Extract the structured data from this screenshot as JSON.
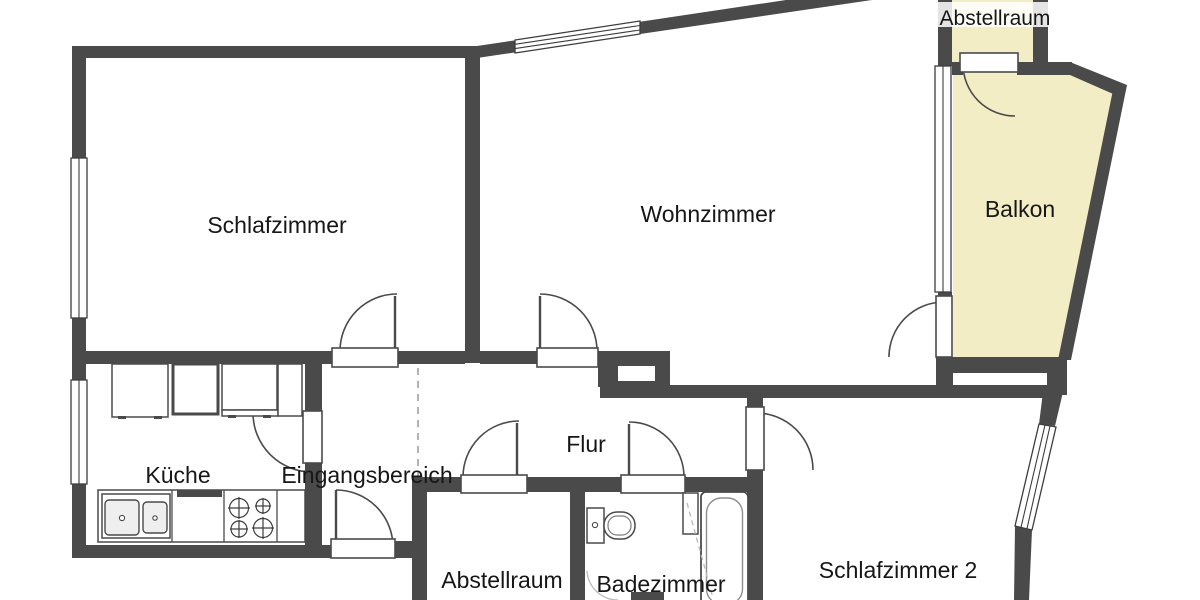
{
  "floorplan": {
    "rooms": {
      "schlafzimmer": {
        "label": "Schlafzimmer"
      },
      "wohnzimmer": {
        "label": "Wohnzimmer"
      },
      "balkon": {
        "label": "Balkon"
      },
      "abstellraum_top": {
        "label": "Abstellraum"
      },
      "kueche": {
        "label": "Küche"
      },
      "eingangsbereich": {
        "label": "Eingangsbereich"
      },
      "flur": {
        "label": "Flur"
      },
      "abstellraum_unten": {
        "label": "Abstellraum"
      },
      "badezimmer": {
        "label": "Badezimmer"
      },
      "schlafzimmer2": {
        "label": "Schlafzimmer 2"
      }
    },
    "colors": {
      "wall": "#4a4a4a",
      "balcony_fill": "#f2edc4",
      "background": "#ffffff",
      "dashed_line": "#b3b3b3",
      "light_detail": "#bdbdbd"
    },
    "fixtures": [
      "kitchen-cabinets",
      "kitchen-sink",
      "stove",
      "toilet",
      "bathtub",
      "bath-partition"
    ]
  }
}
